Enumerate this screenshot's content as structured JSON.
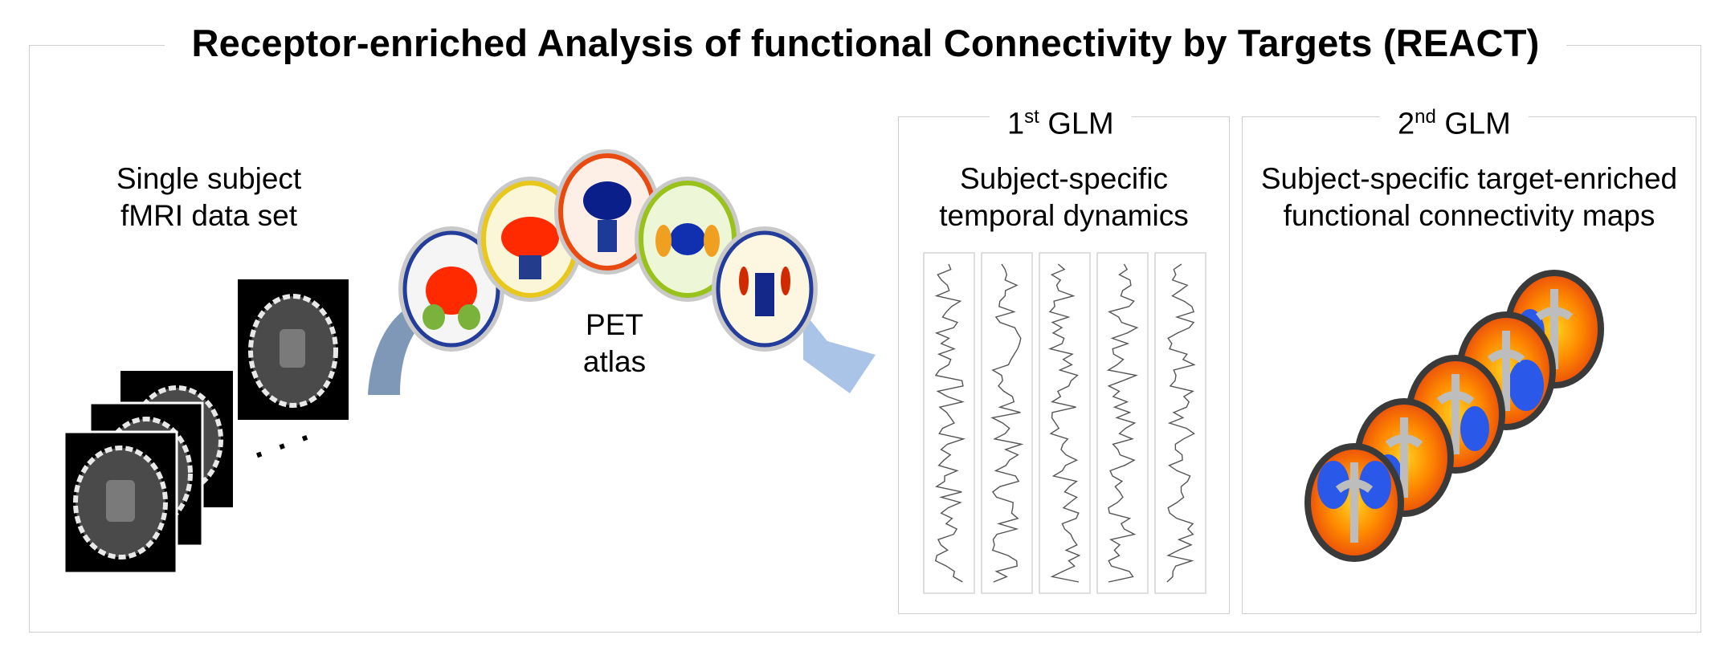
{
  "title": "Receptor-enriched Analysis of functional Connectivity by Targets (REACT)",
  "input": {
    "line1": "Single subject",
    "line2": "fMRI data set",
    "ellipsis": ". . ."
  },
  "pet": {
    "line1": "PET",
    "line2": "atlas"
  },
  "glm1": {
    "num": "1",
    "sup": "st",
    "rest": " GLM",
    "line1": "Subject-specific",
    "line2": "temporal dynamics"
  },
  "glm2": {
    "num": "2",
    "sup": "nd",
    "rest": " GLM",
    "line1": "Subject-specific target-enriched",
    "line2": "functional connectivity maps"
  },
  "colors": {
    "frame": "#cfcfcf",
    "arrow_left": "#7f98b8",
    "arrow_right": "#a9c4e6",
    "trace": "#555555"
  },
  "timeseries_count": 5
}
